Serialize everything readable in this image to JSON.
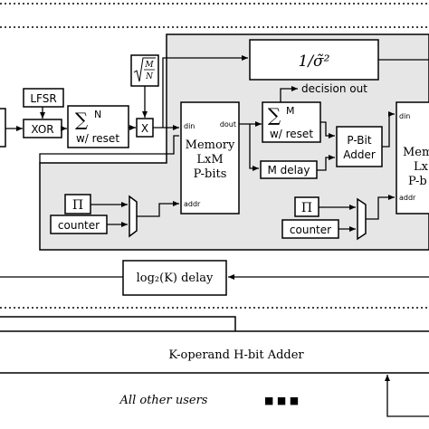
{
  "blocks": {
    "lfsr": "LFSR",
    "xor": "XOR",
    "sum_n_symbol": "∑",
    "sum_n_superscript": "N",
    "sum_n_label": "w/ reset",
    "sqrt_m_over_n_num": "M",
    "sqrt_m_over_n_den": "N",
    "multiply": "X",
    "inv_variance": "1/σ̃²",
    "decision_out": "decision out",
    "sum_m_symbol": "∑",
    "sum_m_superscript": "M",
    "sum_m_label": "w/ reset",
    "memory1_line1": "Memory",
    "memory1_line2": "LxM",
    "memory1_line3": "P-bits",
    "memory1_port_din": "din",
    "memory1_port_dout": "dout",
    "memory1_port_addr": "addr",
    "m_delay": "M delay",
    "pbit_adder_line1": "P-Bit",
    "pbit_adder_line2": "Adder",
    "memory2_line1": "Memo",
    "memory2_line2": "Lx",
    "memory2_line3": "P-b",
    "memory2_port_din": "din",
    "memory2_port_addr": "addr",
    "pi1": "Π",
    "counter1": "counter",
    "pi2": "Π",
    "counter2": "counter",
    "log_delay": "log₂(K)  delay",
    "k_operand_adder": "K-operand H-bit Adder",
    "all_other_users": "All other users",
    "ellipsis": "■  ■  ■"
  }
}
